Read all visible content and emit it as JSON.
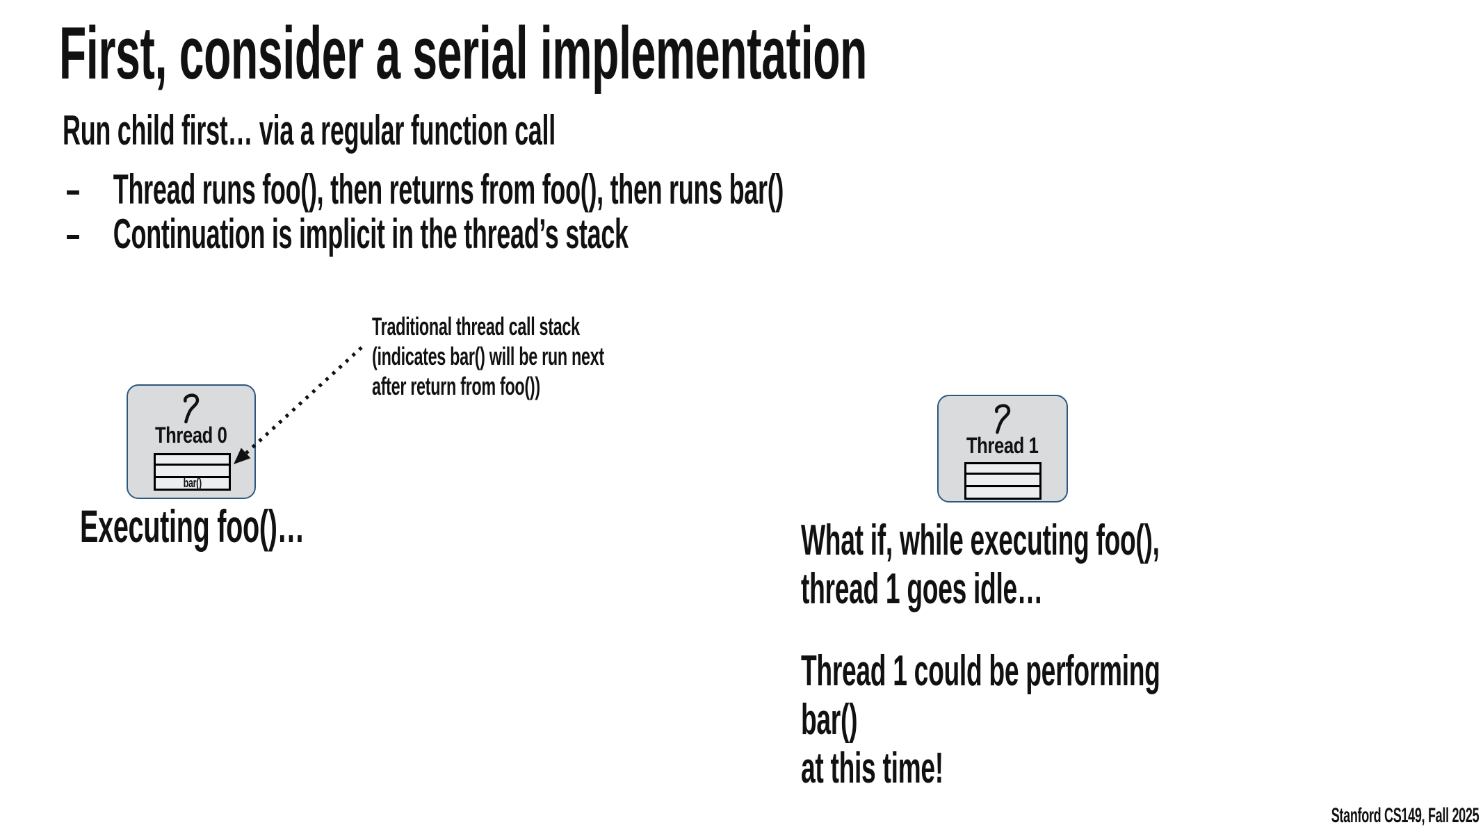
{
  "slide": {
    "title": "First, consider a serial implementation",
    "subtitle": "Run child first… via a regular function call",
    "bullet_dash": "–",
    "bullets": [
      "Thread runs foo(), then returns from foo(), then runs bar()",
      "Continuation is implicit in the thread’s stack"
    ],
    "annotation": "Traditional thread call stack\n(indicates bar() will be run next\nafter return from foo())",
    "thread0": {
      "label": "Thread 0",
      "stack": [
        "",
        "",
        "bar()"
      ],
      "caption": "Executing foo()…"
    },
    "thread1": {
      "label": "Thread 1",
      "stack": [
        "",
        "",
        ""
      ]
    },
    "aside": {
      "question": "What if, while executing foo(),\nthread 1 goes idle…",
      "answer": "Thread 1 could be performing bar()\nat this time!"
    },
    "footer": "Stanford CS149, Fall 2025",
    "colors": {
      "background": "#ffffff",
      "text": "#111111",
      "thread_box_fill": "#d9dbdd",
      "thread_box_border": "#2b5880",
      "stack_row_fill": "#eceef0",
      "stack_border": "#000000"
    }
  }
}
